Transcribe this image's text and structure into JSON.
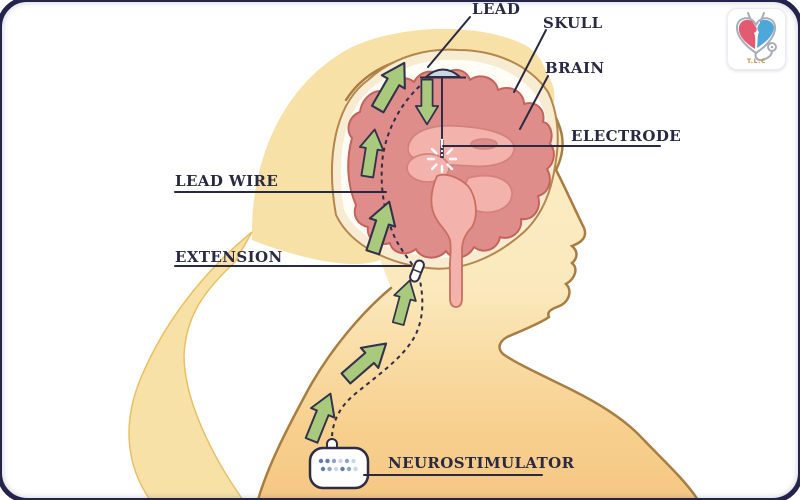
{
  "labels": {
    "lead": "LEAD",
    "skull": "SKULL",
    "brain": "BRAIN",
    "electrode": "ELECTRODE",
    "lead_wire": "LEAD WIRE",
    "extension": "EXTENSION",
    "neurostimulator": "NEUROSTIMULATOR"
  },
  "logo": {
    "caption": "T.L.C",
    "icon": "heart-stethoscope-logo"
  },
  "colors": {
    "label_text": "#2A2944",
    "pointer_line": "#2A2944",
    "arrow_green": "#A9CA7C",
    "brain_pink": "#DF8D8B",
    "brain_inner_pink": "#F4B2AC",
    "hair_yellow": "#F8E1A6",
    "skull_cream": "#F7ECD1",
    "skin_cream": "#FCEEC8",
    "body_tan": "#F6CC87",
    "wire_navy": "#2E2D45",
    "anchor_gray_blue": "#C9D6E3"
  }
}
